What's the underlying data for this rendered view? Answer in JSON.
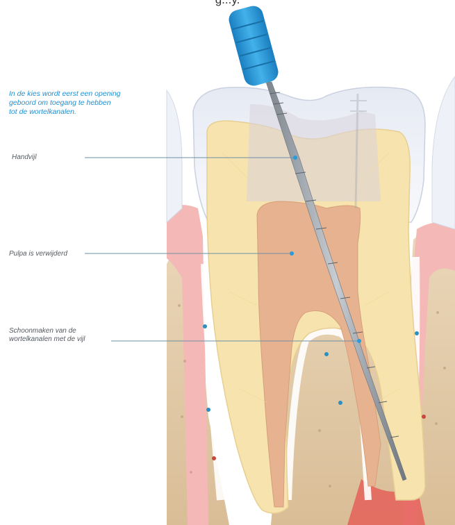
{
  "header": {
    "partial_text": "g...y."
  },
  "intro": {
    "line1": "In de kies wordt eerst een opening",
    "line2": "geboord om toegang te hebben",
    "line3": "tot de wortelkanalen."
  },
  "labels": {
    "handvijl": "Handvijl",
    "pulpa": "Pulpa is verwijderd",
    "schoon_line1": "Schoonmaken van de",
    "schoon_line2": "wortelkanalen met de vijl"
  },
  "colors": {
    "text_blue": "#1f8fd0",
    "label_gray": "#555a60",
    "handle_blue": "#2a9ad8",
    "dentin": "#f6e3ad",
    "pulp": "#e7b28f",
    "bone": "#e0c8a6",
    "gum": "#f3b2b0",
    "enamel": "#eef1f7"
  }
}
